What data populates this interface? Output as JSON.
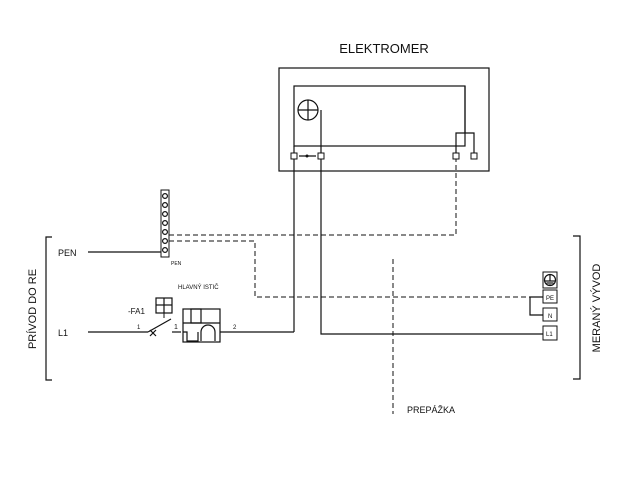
{
  "labels": {
    "meter_title": "ELEKTROMER",
    "pen": "PEN",
    "pen_bar": "PEN",
    "l1": "L1",
    "breaker_title": "HLAVNÝ ISTIČ",
    "breaker_ref": "-FA1",
    "term_1a": "1",
    "term_1b": "1",
    "term_2": "2",
    "supply": "PRÍVOD DO RE",
    "metered": "MERANÝ VÝVOD",
    "partition": "PREPÁŽKA",
    "out_pe": "PE",
    "out_n": "N",
    "out_l1": "L1"
  },
  "icons": {
    "meter": "meter-icon",
    "ground": "ground-icon"
  }
}
